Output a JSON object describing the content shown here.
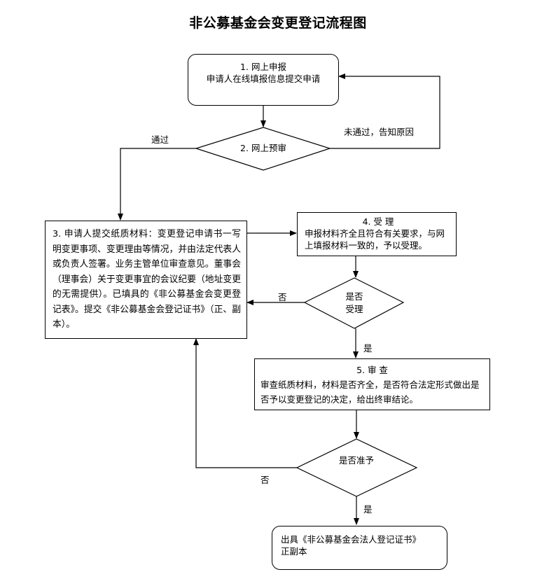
{
  "title": "非公募基金会变更登记流程图",
  "nodes": {
    "step1": {
      "heading": "1. 网上申报",
      "body": "申请人在线填报信息提交申请"
    },
    "step2": {
      "label": "2. 网上预审"
    },
    "step3": {
      "body": "3. 申请人提交纸质材料：变更登记申请书一写明变更事项、变更理由等情况，并由法定代表人或负责人签署。业务主管单位审查意见。董事会（理事会）关于变更事宜的会议纪要（地址变更的无需提供）。已填具的《非公募基金会变更登记表》。提交《非公募基金会登记证书》（正、副本）。"
    },
    "step4": {
      "heading": "4. 受 理",
      "body": "申报材料齐全且符合有关要求，与网上填报材料一致的，予以受理。"
    },
    "decision_accept": {
      "line1": "是否",
      "line2": "受理"
    },
    "step5": {
      "heading": "5. 审 查",
      "body": "审查纸质材料，材料是否齐全，是否符合法定形式做出是否予以变更登记的决定，给出终审结论。"
    },
    "decision_approve": {
      "label": "是否准予"
    },
    "final": {
      "line1": "出具《非公募基金会法人登记证书》",
      "line2": "正副本"
    }
  },
  "edge_labels": {
    "prereview_fail": "未通过，告知原因",
    "prereview_pass": "通过",
    "accept_no": "否",
    "accept_yes": "是",
    "approve_no": "否",
    "approve_yes": "是"
  }
}
